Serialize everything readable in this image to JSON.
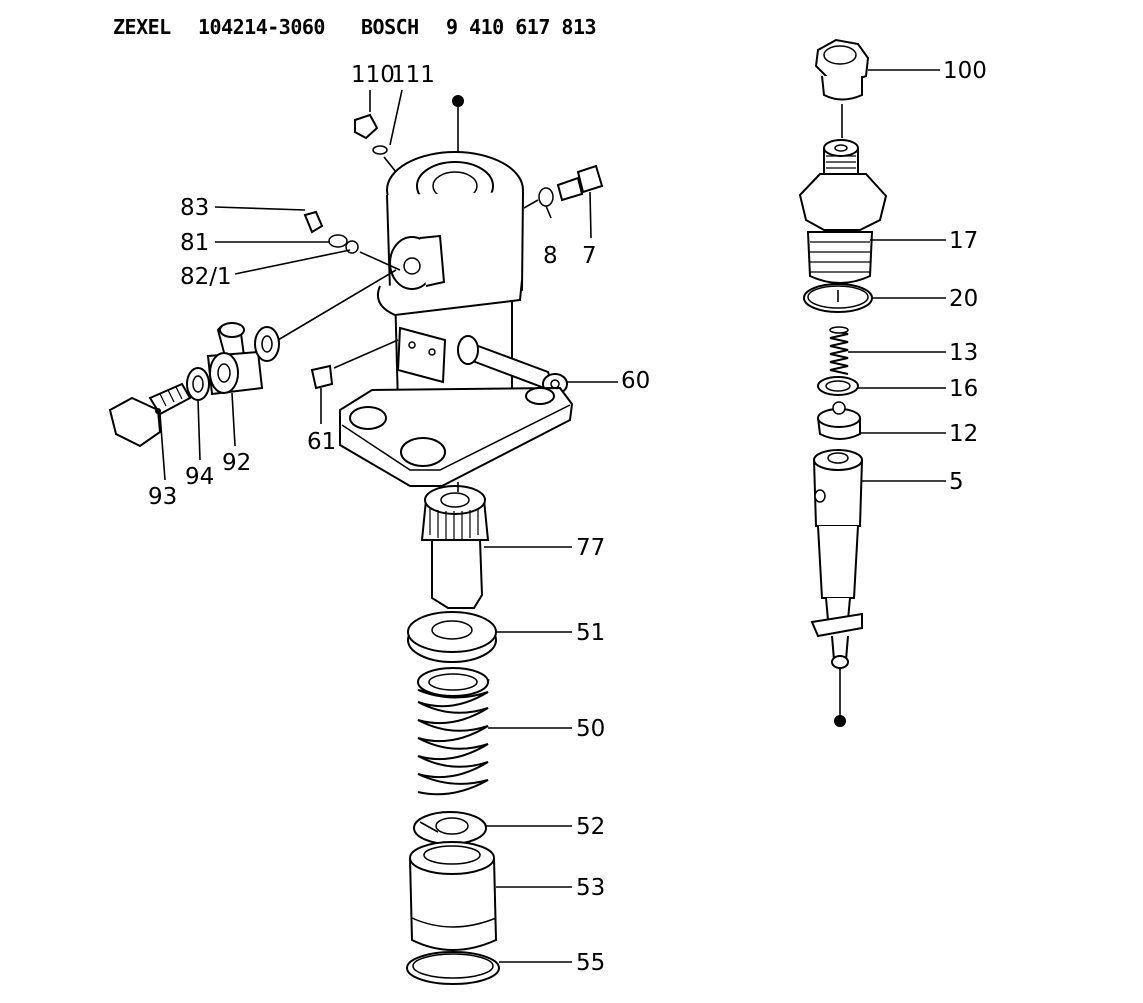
{
  "header": {
    "maker1": "ZEXEL",
    "part1": "104214-3060",
    "maker2": "BOSCH",
    "part2": "9 410 617 813"
  },
  "callouts": {
    "c110": "110",
    "c111": "111",
    "c83": "83",
    "c81": "81",
    "c82": "82/1",
    "c8": "8",
    "c7": "7",
    "c60": "60",
    "c61": "61",
    "c93": "93",
    "c94": "94",
    "c92": "92",
    "c77": "77",
    "c51": "51",
    "c50": "50",
    "c52": "52",
    "c53": "53",
    "c55": "55",
    "c100": "100",
    "c17": "17",
    "c20": "20",
    "c13": "13",
    "c16": "16",
    "c12": "12",
    "c5": "5"
  }
}
